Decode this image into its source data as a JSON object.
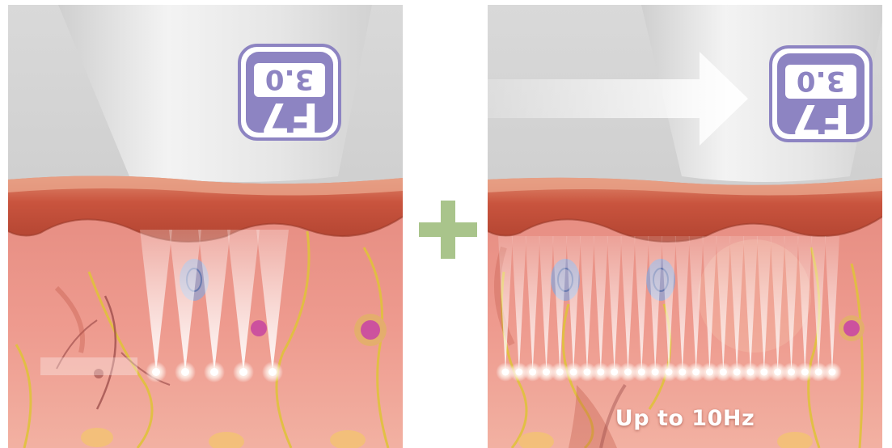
{
  "device": {
    "badge_top": "3.0",
    "badge_bottom": "F7"
  },
  "left_panel": {
    "focal_points": 5
  },
  "right_panel": {
    "focal_points": 25,
    "caption": "Up to 10Hz"
  },
  "colors": {
    "handpiece": "#e2e2e2",
    "badge": "#8d84c2",
    "plus": "#a9c48b",
    "tissue": "#e9857b",
    "epidermis": "#c8553f",
    "nerve": "#e0c23c",
    "follicle": "#8ea6d6",
    "gland": "#c94aa0",
    "focal_glow": "#ffffff"
  }
}
